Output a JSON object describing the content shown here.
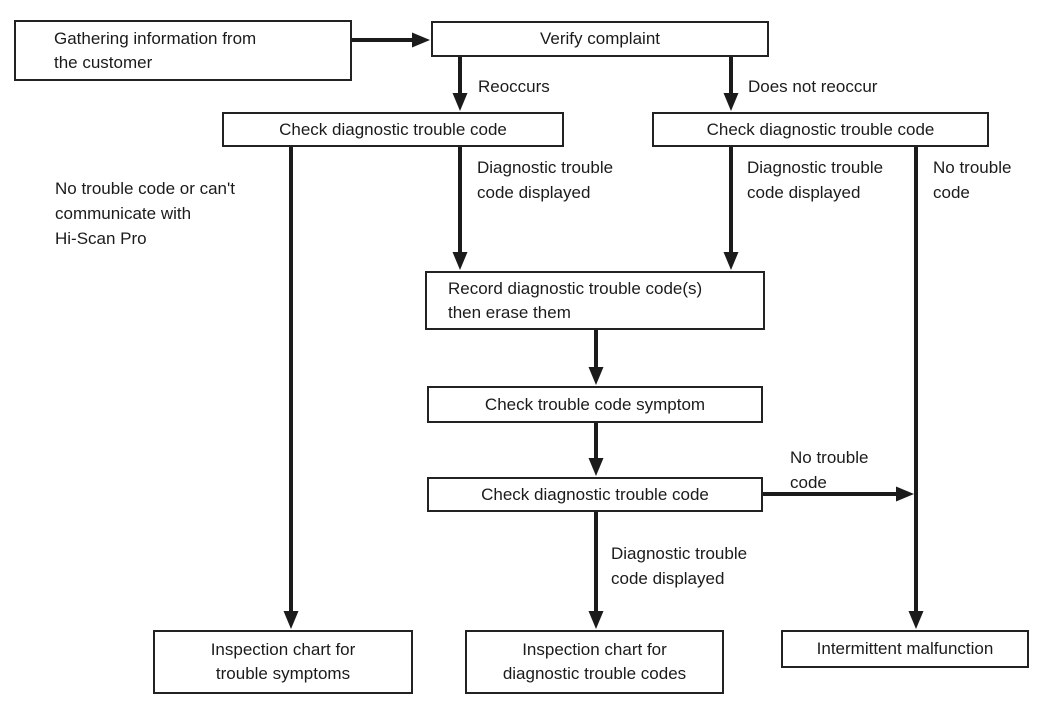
{
  "diagram": {
    "type": "flowchart",
    "description": "Diagnostic trouble code troubleshooting flowchart",
    "colors": {
      "ink": "#1b1b1b",
      "background": "#ffffff",
      "box_fill": "#ffffff",
      "box_border": "#222222"
    },
    "nodes": {
      "gathering": {
        "lines": [
          "Gathering information from",
          "the customer"
        ]
      },
      "verify": {
        "lines": [
          "Verify complaint"
        ]
      },
      "check_left": {
        "lines": [
          "Check diagnostic trouble code"
        ]
      },
      "check_right": {
        "lines": [
          "Check diagnostic trouble code"
        ]
      },
      "record": {
        "lines": [
          "Record diagnostic trouble code(s)",
          "then erase them"
        ]
      },
      "symptom": {
        "lines": [
          "Check trouble code symptom"
        ]
      },
      "check_mid": {
        "lines": [
          "Check diagnostic trouble code"
        ]
      },
      "inspection_symptoms": {
        "lines": [
          "Inspection chart for",
          "trouble symptoms"
        ]
      },
      "inspection_codes": {
        "lines": [
          "Inspection chart for",
          "diagnostic trouble codes"
        ]
      },
      "intermittent": {
        "lines": [
          "Intermittent malfunction"
        ]
      }
    },
    "edge_labels": {
      "reoccurs": {
        "lines": [
          "Reoccurs"
        ]
      },
      "does_not_reoccur": {
        "lines": [
          "Does not reoccur"
        ]
      },
      "dtc_displayed_left": {
        "lines": [
          "Diagnostic trouble",
          "code displayed"
        ]
      },
      "dtc_displayed_right": {
        "lines": [
          "Diagnostic trouble",
          "code displayed"
        ]
      },
      "no_trouble_code_top_right": {
        "lines": [
          "No trouble",
          "code"
        ]
      },
      "no_communication": {
        "lines": [
          "No trouble code or can't",
          "communicate with",
          "Hi-Scan Pro"
        ]
      },
      "no_trouble_code_mid": {
        "lines": [
          "No trouble",
          "code"
        ]
      },
      "dtc_displayed_bottom": {
        "lines": [
          "Diagnostic trouble",
          "code displayed"
        ]
      }
    }
  }
}
